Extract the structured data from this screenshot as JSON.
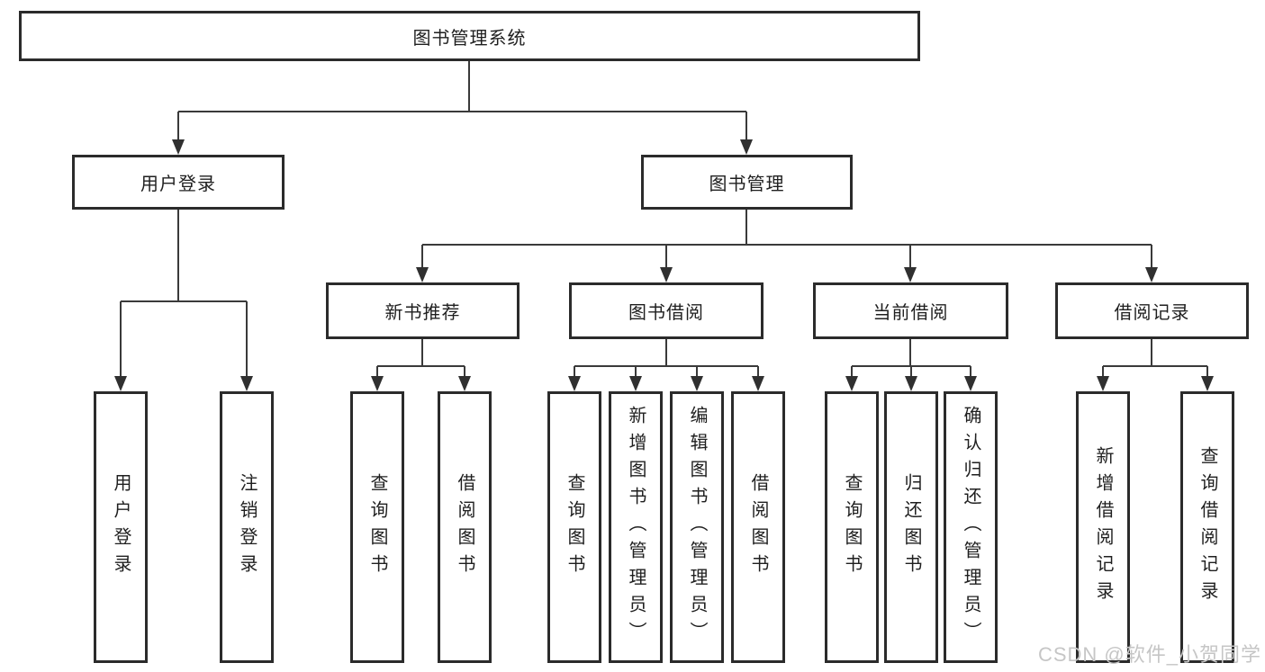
{
  "diagram": {
    "root": {
      "label": "图书管理系统"
    },
    "branches": [
      {
        "label": "用户登录",
        "children": [
          {
            "label": "用户登录"
          },
          {
            "label": "注销登录"
          }
        ]
      },
      {
        "label": "图书管理",
        "children": [
          {
            "label": "新书推荐",
            "children": [
              {
                "label": "查询图书"
              },
              {
                "label": "借阅图书"
              }
            ]
          },
          {
            "label": "图书借阅",
            "children": [
              {
                "label": "查询图书"
              },
              {
                "label": "新增图书（管理员）"
              },
              {
                "label": "编辑图书（管理员）"
              },
              {
                "label": "借阅图书"
              }
            ]
          },
          {
            "label": "当前借阅",
            "children": [
              {
                "label": "查询图书"
              },
              {
                "label": "归还图书"
              },
              {
                "label": "确认归还（管理员）"
              }
            ]
          },
          {
            "label": "借阅记录",
            "children": [
              {
                "label": "新增借阅记录"
              },
              {
                "label": "查询借阅记录"
              }
            ]
          }
        ]
      }
    ]
  },
  "watermark": {
    "text": "CSDN @软件_小贺同学"
  },
  "colors": {
    "line": "#3a3a3a",
    "arrow": "#303030",
    "border": "#2b2b2b",
    "text": "#1f1f1f",
    "watermark": "#c6c6c6",
    "background": "#ffffff"
  }
}
